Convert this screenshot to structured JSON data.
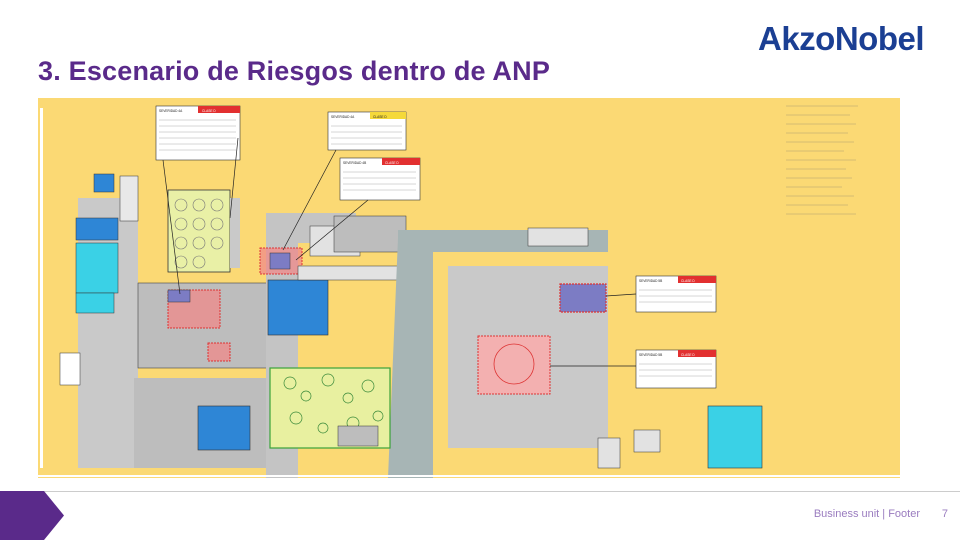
{
  "slide": {
    "title": "3. Escenario de Riesgos dentro de ANP",
    "logo": "AkzoNobel",
    "footer": "Business unit | Footer",
    "page": "7"
  },
  "colors": {
    "title": "#5a2a8a",
    "logo": "#1b3f93",
    "map_background": "#fbd974",
    "pavement": "#c8c8c8",
    "storage_blue": "#2e86d6",
    "tank_cyan": "#3ad1e6",
    "risk_zone": "#f08a8a",
    "garden_green": "#e8f0a0",
    "footer_chevron": "#5a2a8a"
  },
  "diagram": {
    "callouts": [
      {
        "severity": "SEVERIDAD 4A",
        "class": "CLASE D"
      },
      {
        "severity": "SEVERIDAD 4A",
        "class": "CLASE D"
      },
      {
        "severity": "SEVERIDAD 4B",
        "class": "CLASE D"
      },
      {
        "severity": "SEVERIDAD 5B",
        "class": "CLASE D"
      },
      {
        "severity": "SEVERIDAD 5B",
        "class": "CLASE D"
      }
    ]
  }
}
